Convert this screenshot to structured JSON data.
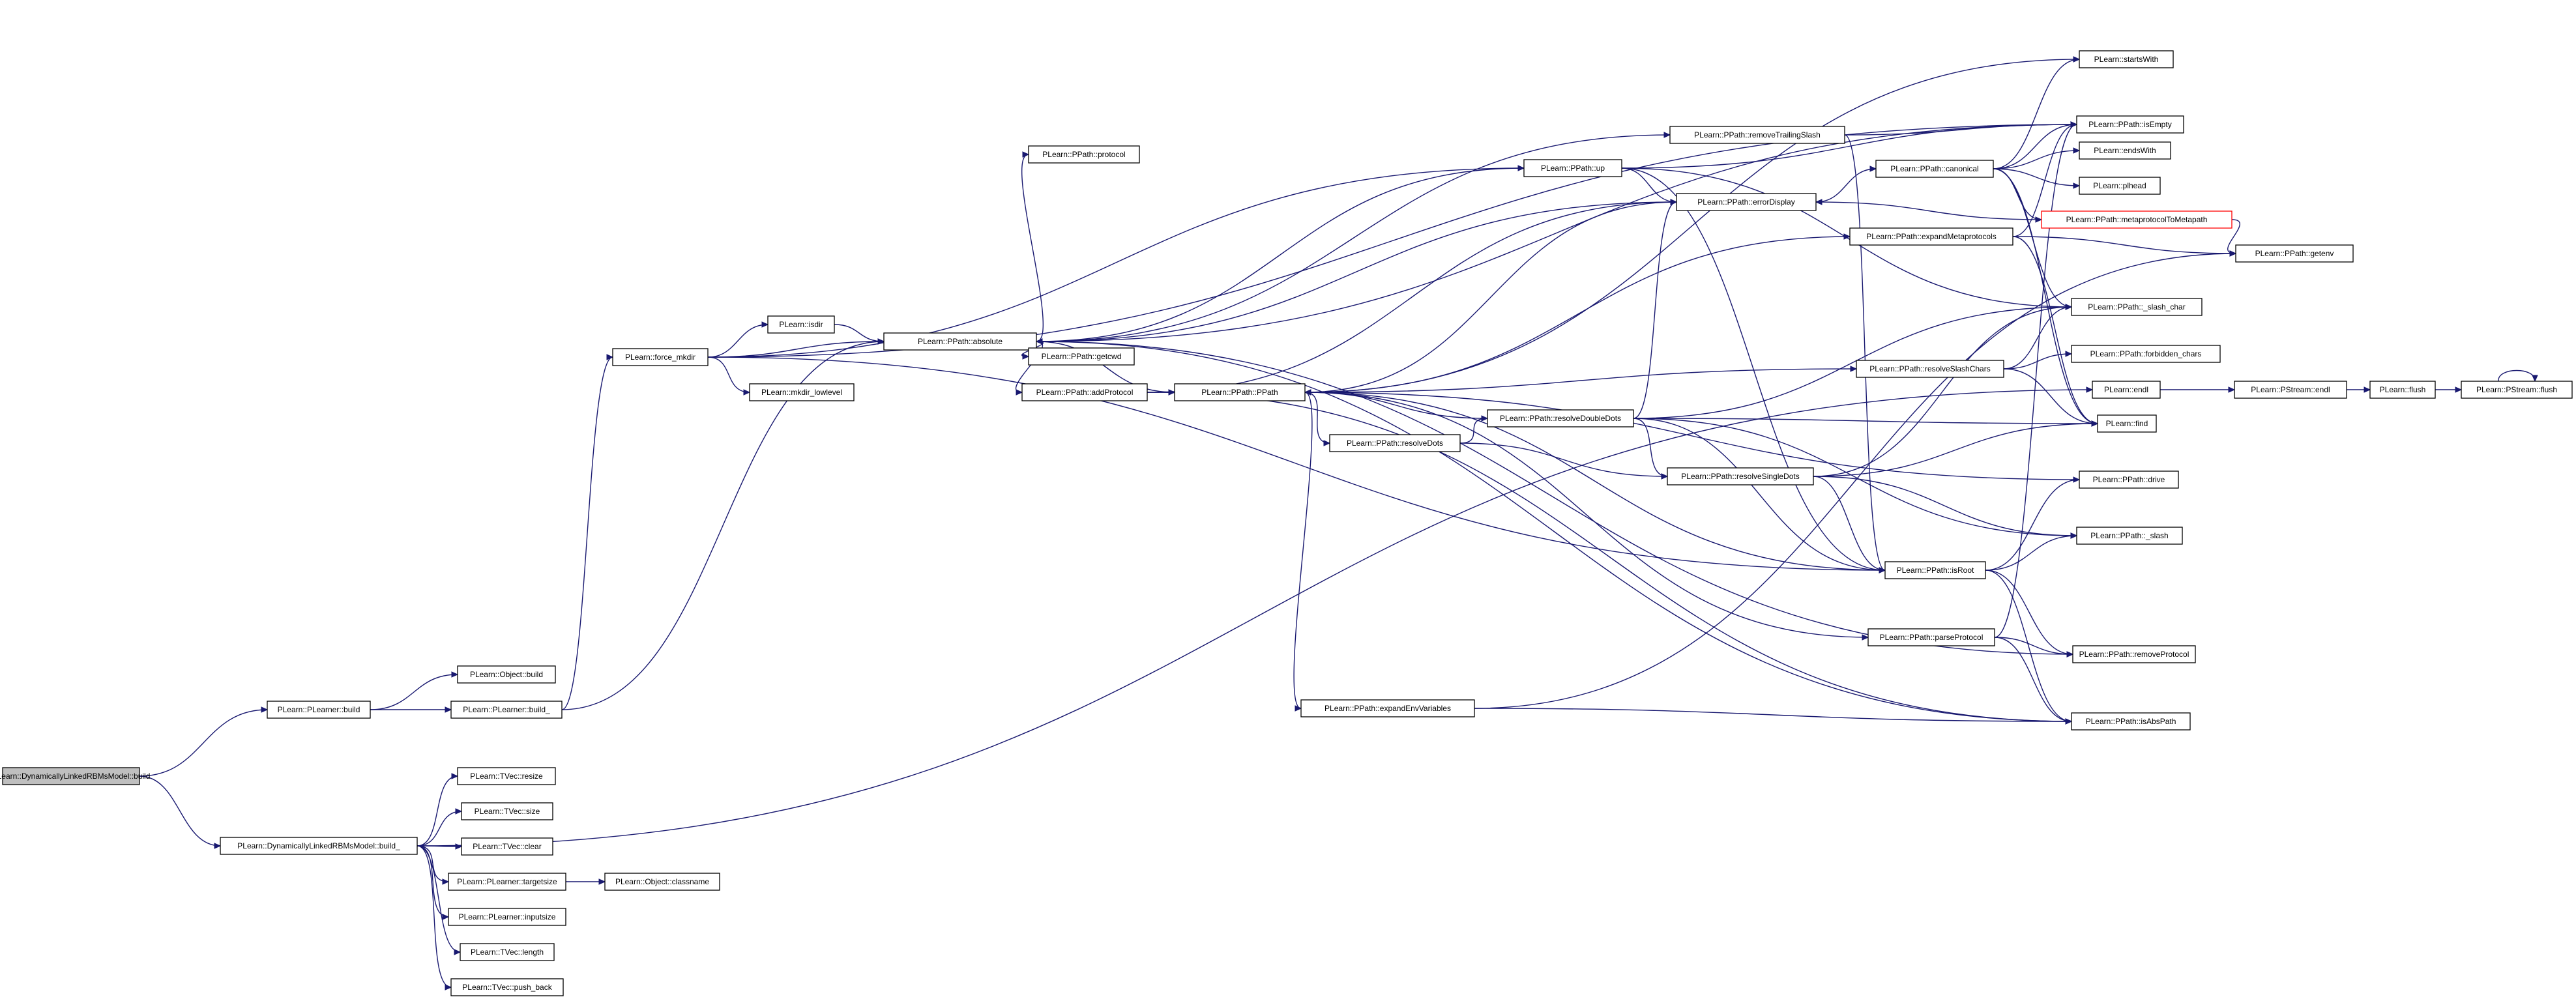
{
  "graph": {
    "edge_color": "#191970",
    "node_border_color": "#000000",
    "root_fill_color": "#bfbfbf",
    "highlight_border_color": "#ff0000",
    "nodes": {
      "dlrbm_build": "PLearn::DynamicallyLinkedRBMsModel::build",
      "plearner_build": "PLearn::PLearner::build",
      "dlrbm_build_": "PLearn::DynamicallyLinkedRBMsModel::build_",
      "object_build": "PLearn::Object::build",
      "plearner_build_": "PLearn::PLearner::build_",
      "force_mkdir": "PLearn::force_mkdir",
      "isdir": "PLearn::isdir",
      "mkdir_lowlevel": "PLearn::mkdir_lowlevel",
      "absolute": "PLearn::PPath::absolute",
      "protocol": "PLearn::PPath::protocol",
      "getcwd": "PLearn::PPath::getcwd",
      "addProtocol": "PLearn::PPath::addProtocol",
      "ppath": "PLearn::PPath::PPath",
      "resolveDots": "PLearn::PPath::resolveDots",
      "expandEnvVariables": "PLearn::PPath::expandEnvVariables",
      "up": "PLearn::PPath::up",
      "removeTrailingSlash": "PLearn::PPath::removeTrailingSlash",
      "errorDisplay": "PLearn::PPath::errorDisplay",
      "canonical": "PLearn::PPath::canonical",
      "expandMetaprotocols": "PLearn::PPath::expandMetaprotocols",
      "resolveSlashChars": "PLearn::PPath::resolveSlashChars",
      "resolveDoubleDots": "PLearn::PPath::resolveDoubleDots",
      "resolveSingleDots": "PLearn::PPath::resolveSingleDots",
      "isRoot": "PLearn::PPath::isRoot",
      "parseProtocol": "PLearn::PPath::parseProtocol",
      "startsWith": "PLearn::startsWith",
      "isEmpty": "PLearn::PPath::isEmpty",
      "endsWith": "PLearn::endsWith",
      "plhead": "PLearn::plhead",
      "metaprotocolToMetapath": "PLearn::PPath::metaprotocolToMetapath",
      "getenv": "PLearn::PPath::getenv",
      "slash_char": "PLearn::PPath::_slash_char",
      "forbidden_chars": "PLearn::PPath::forbidden_chars",
      "endl": "PLearn::endl",
      "pstream_endl": "PLearn::PStream::endl",
      "flush": "PLearn::flush",
      "pstream_flush": "PLearn::PStream::flush",
      "find": "PLearn::find",
      "drive": "PLearn::PPath::drive",
      "slash": "PLearn::PPath::_slash",
      "removeProtocol": "PLearn::PPath::removeProtocol",
      "isAbsPath": "PLearn::PPath::isAbsPath",
      "resize": "PLearn::TVec::resize",
      "size": "PLearn::TVec::size",
      "clear": "PLearn::TVec::clear",
      "targetsize": "PLearn::PLearner::targetsize",
      "classname": "PLearn::Object::classname",
      "inputsize": "PLearn::PLearner::inputsize",
      "length": "PLearn::TVec::length",
      "push_back": "PLearn::TVec::push_back"
    }
  }
}
